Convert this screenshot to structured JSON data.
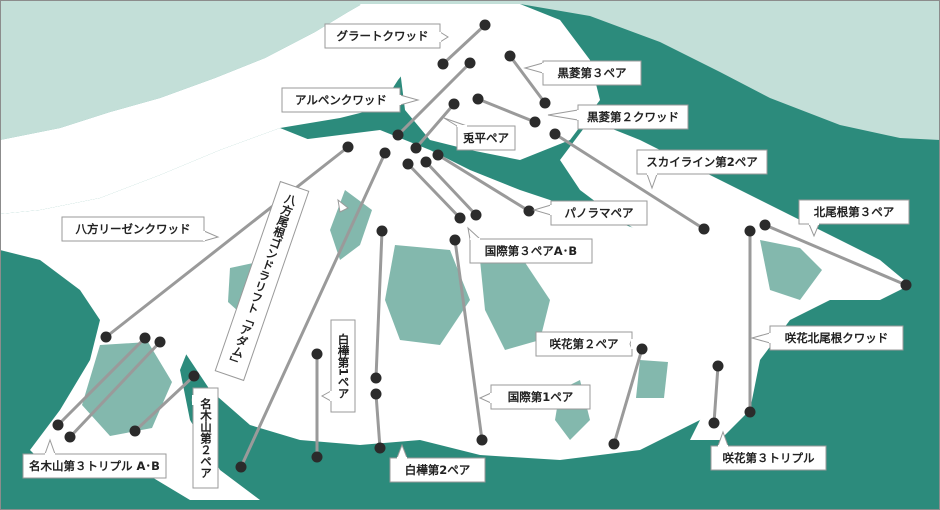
{
  "colors": {
    "sky": "#c3dfd8",
    "mountain": "#2c8b7c",
    "forest": "#83b8ad",
    "snow": "#ffffff",
    "lift_line": "#9a9a9a",
    "station": "#2b2b2b",
    "label_border": "#9a9a9a",
    "label_text": "#222222",
    "frame": "#8c8c8c"
  },
  "lifts": [
    {
      "id": "grato-quad",
      "label": "グラートクワッド"
    },
    {
      "id": "kurobishi-3",
      "label": "黒菱第３ペア"
    },
    {
      "id": "alpen-quad",
      "label": "アルペンクワッド"
    },
    {
      "id": "kurobishi-2",
      "label": "黒菱第２クワッド"
    },
    {
      "id": "usagidaira",
      "label": "兎平ペア"
    },
    {
      "id": "skyline-2",
      "label": "スカイライン第2ペア"
    },
    {
      "id": "happo-riesen",
      "label": "八方リーゼンクワッド"
    },
    {
      "id": "panorama",
      "label": "パノラマペア"
    },
    {
      "id": "kitaone-3",
      "label": "北尾根第３ペア"
    },
    {
      "id": "adam",
      "label": "八方尾根ゴンドラリフト「アダム」"
    },
    {
      "id": "kokusai-3",
      "label": "国際第３ペアA･B"
    },
    {
      "id": "shirakaba-1",
      "label": "白樺第1ペア"
    },
    {
      "id": "sakka-2",
      "label": "咲花第２ペア"
    },
    {
      "id": "sakka-kitaone",
      "label": "咲花北尾根クワッド"
    },
    {
      "id": "kokusai-1",
      "label": "国際第1ペア"
    },
    {
      "id": "nakiyama-2",
      "label": "名木山第２ペア"
    },
    {
      "id": "nakiyama-3",
      "label": "名木山第３トリプル A･B"
    },
    {
      "id": "shirakaba-2",
      "label": "白樺第2ペア"
    },
    {
      "id": "sakka-3",
      "label": "咲花第３トリプル"
    }
  ]
}
